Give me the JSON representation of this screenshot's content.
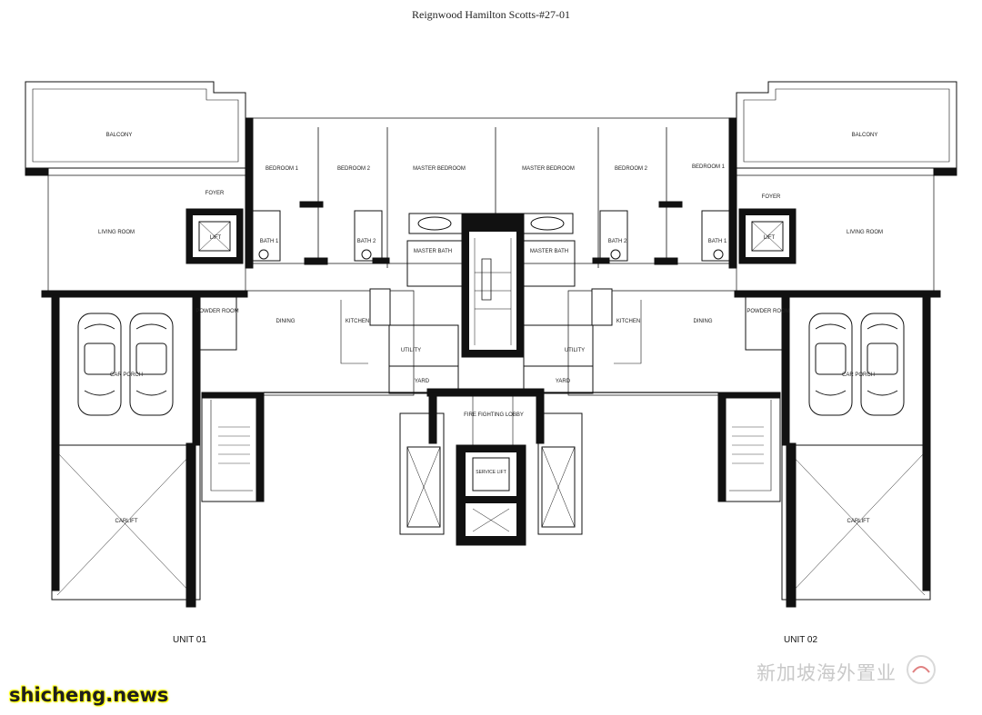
{
  "title": "Reignwood Hamilton Scotts-#27-01",
  "rooms": {
    "balcony": "BALCONY",
    "living_room": "LIVING ROOM",
    "foyer": "FOYER",
    "lift": "LIFT",
    "bedroom_1": "BEDROOM 1",
    "bedroom_2": "BEDROOM 2",
    "master_bedroom": "MASTER BEDROOM",
    "bath_1": "BATH 1",
    "bath_2": "BATH 2",
    "master_bath": "MASTER BATH",
    "powder_room": "POWDER ROOM",
    "dining": "DINING",
    "kitchen": "KITCHEN",
    "utility": "UTILITY",
    "yard": "YARD",
    "car_porch": "CAR PORCH",
    "carlift": "CARLIFT",
    "fire_fighting_lobby": "FIRE FIGHTING LOBBY",
    "service_lift": "SERVICE LIFT"
  },
  "units": {
    "left": "UNIT 01",
    "right": "UNIT 02"
  },
  "watermark": {
    "wechat": "新加坡海外置业",
    "site": "shicheng.news"
  }
}
